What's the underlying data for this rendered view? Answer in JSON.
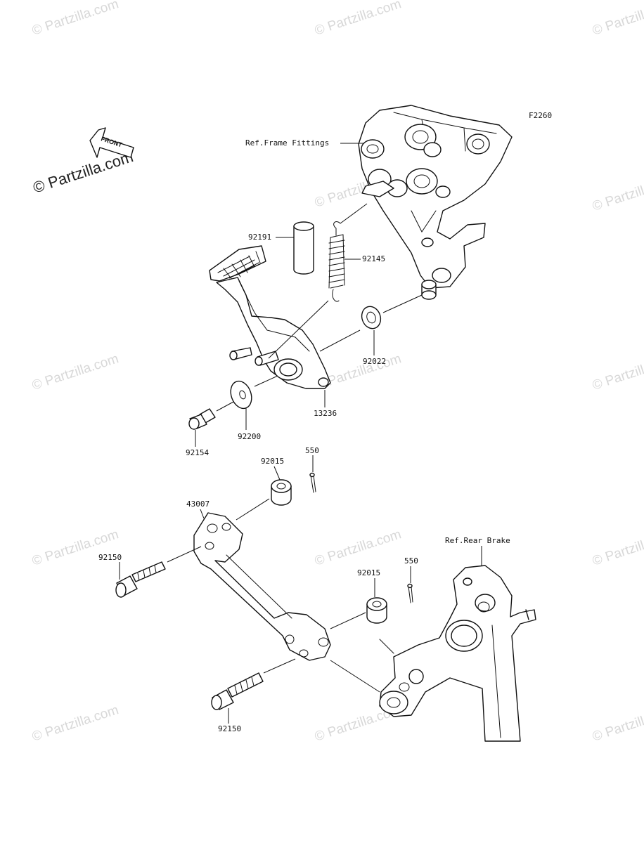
{
  "diagram_code": "F2260",
  "watermark_text": "© Partzilla.com",
  "logo_text": "© Partzilla.com",
  "front_label": "FRONT",
  "references": {
    "frame_fittings": "Ref.Frame Fittings",
    "rear_brake": "Ref.Rear Brake"
  },
  "parts": {
    "p92191": "92191",
    "p92145": "92145",
    "p92022": "92022",
    "p13236": "13236",
    "p92200": "92200",
    "p92154": "92154",
    "p92015_top": "92015",
    "p550_top": "550",
    "p43007": "43007",
    "p92150_top": "92150",
    "p92015_bottom": "92015",
    "p550_bottom": "550",
    "p92150_bottom": "92150"
  },
  "colors": {
    "line": "#111111",
    "watermark": "#d8d8d8",
    "background": "#ffffff"
  }
}
